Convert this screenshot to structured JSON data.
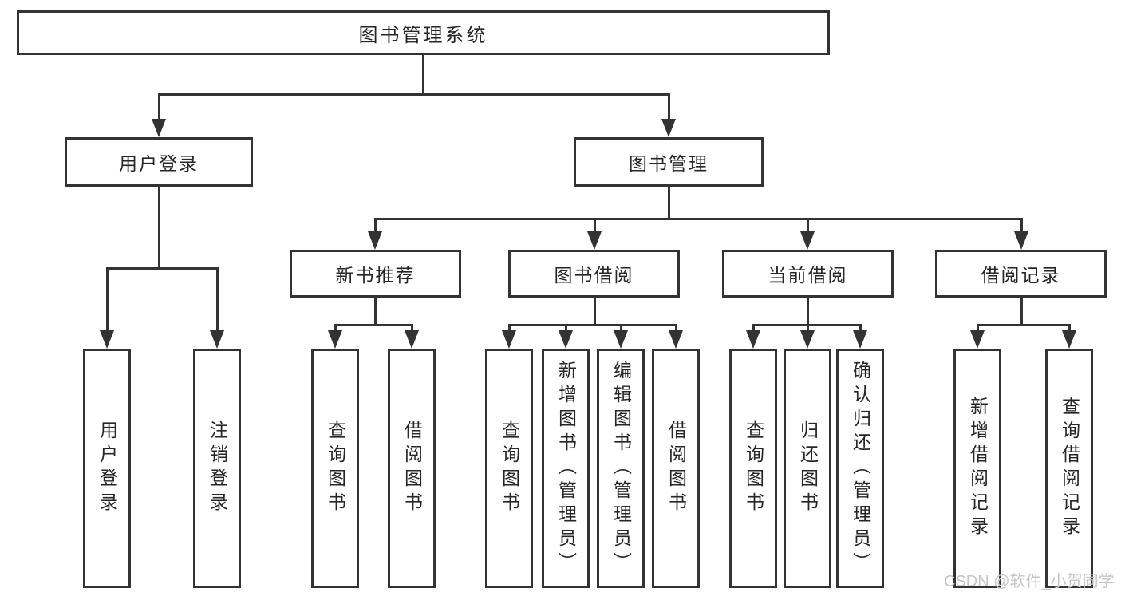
{
  "root": {
    "label": "图书管理系统"
  },
  "branches": [
    {
      "label": "用户登录",
      "children": [
        {
          "label": "用户登录"
        },
        {
          "label": "注销登录"
        }
      ]
    },
    {
      "label": "图书管理",
      "children": [
        {
          "label": "新书推荐",
          "children": [
            {
              "label": "查询图书"
            },
            {
              "label": "借阅图书"
            }
          ]
        },
        {
          "label": "图书借阅",
          "children": [
            {
              "label": "查询图书"
            },
            {
              "label": "新增图书（管理员）"
            },
            {
              "label": "编辑图书（管理员）"
            },
            {
              "label": "借阅图书"
            }
          ]
        },
        {
          "label": "当前借阅",
          "children": [
            {
              "label": "查询图书"
            },
            {
              "label": "归还图书"
            },
            {
              "label": "确认归还（管理员）"
            }
          ]
        },
        {
          "label": "借阅记录",
          "children": [
            {
              "label": "新增借阅记录"
            },
            {
              "label": "查询借阅记录"
            }
          ]
        }
      ]
    }
  ],
  "watermark": {
    "text": "CSDN @软件_小贺同学"
  },
  "colors": {
    "line": "#333333",
    "box_border": "#333333",
    "box_fill": "#ffffff",
    "text": "#262626",
    "watermark": "#c6c6c6"
  }
}
